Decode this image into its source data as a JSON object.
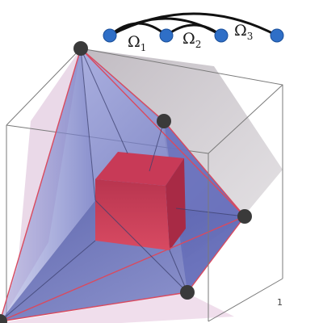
{
  "figure": {
    "regions": [
      {
        "symbol": "Ω",
        "subscript": "1"
      },
      {
        "symbol": "Ω",
        "subscript": "2"
      },
      {
        "symbol": "Ω",
        "subscript": "3"
      }
    ],
    "axis_tick": "1",
    "colors": {
      "polytope_fill": "#6f78c2",
      "polytope_edge": "#d94a5f",
      "inner_cube": "#c8334f",
      "vertex_node": "#3a3a3a",
      "chain_node": "#2f6fc7",
      "projection_shadow": "#9a8f9a",
      "box_edge": "#7a7a7a"
    }
  }
}
